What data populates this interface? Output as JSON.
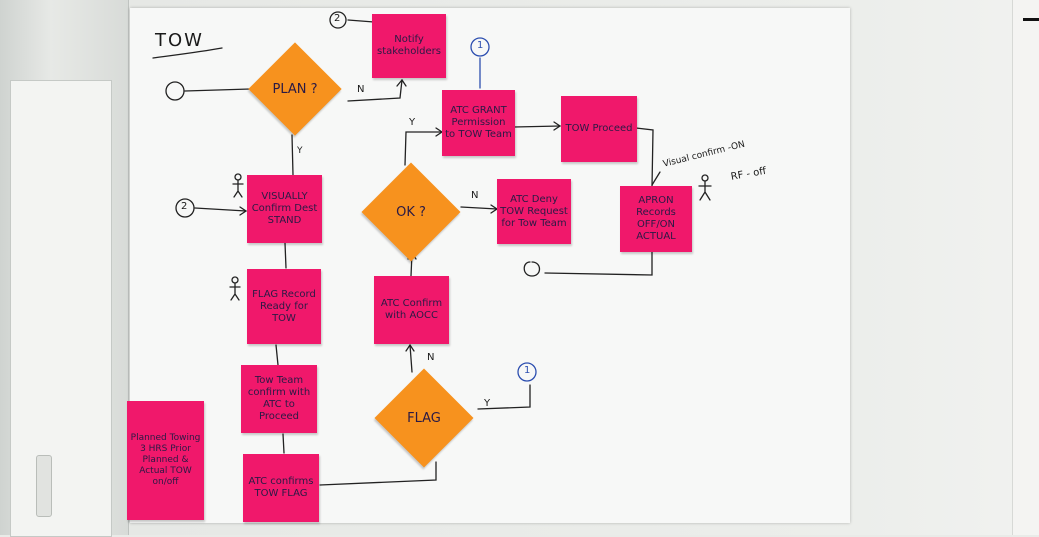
{
  "title": "TOW",
  "diamonds": {
    "plan": "PLAN ?",
    "ok": "OK ?",
    "flag": "FLAG"
  },
  "notes": {
    "notify": "Notify stakeholders",
    "atc_grant": "ATC GRANT Permission to TOW Team",
    "tow_proceed": "TOW Proceed",
    "visually": "VISUALLY Confirm Dest STAND",
    "atc_deny": "ATC Deny TOW Request for Tow Team",
    "apron": "APRON Records OFF/ON ACTUAL",
    "flag_record": "FLAG Record Ready for TOW",
    "atc_confirm_aocc": "ATC Confirm with AOCC",
    "tow_team_confirm": "Tow Team confirm with ATC to Proceed",
    "atc_confirms_flag": "ATC confirms TOW FLAG",
    "planned": "Planned Towing 3 HRS Prior Planned & Actual TOW on/off"
  },
  "edge_labels": {
    "n1": "N",
    "y1": "Y",
    "y2": "Y",
    "n2": "N",
    "n3": "N",
    "y3": "Y"
  },
  "circle_refs": {
    "c1": "1",
    "c2": "2",
    "c3": "1",
    "c4": "2"
  },
  "annotations": {
    "visual_confirm": "Visual confirm -ON",
    "rf_off": "RF - off"
  },
  "colors": {
    "pink_note": "#f0186b",
    "orange_diamond": "#f7921e",
    "blue_ink": "#2d4fb0"
  }
}
